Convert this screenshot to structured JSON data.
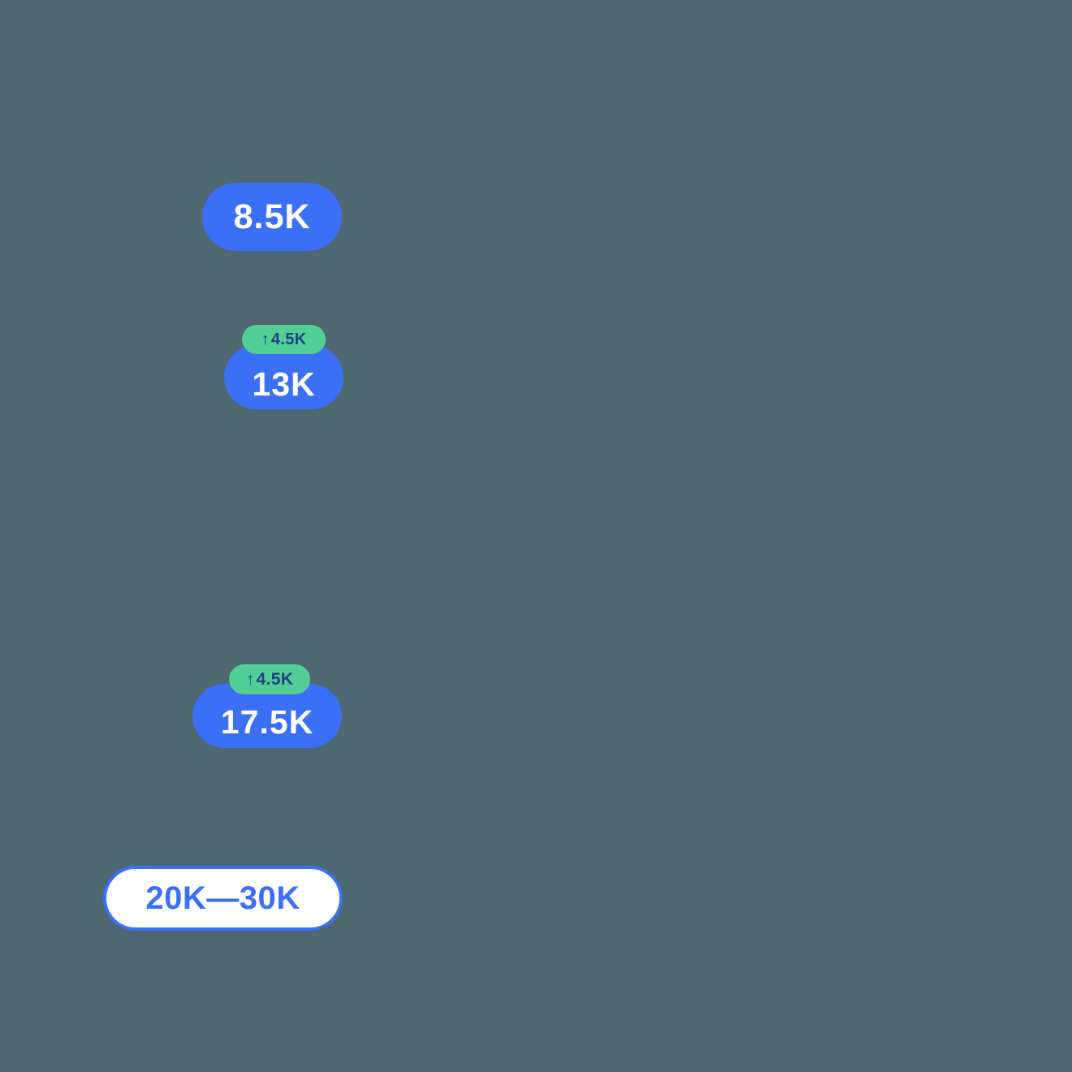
{
  "background_color": "#4e6771",
  "theme": {
    "pill_blue": "#3b6ff5",
    "badge_green": "#50ce95",
    "badge_text": "#1d3f86",
    "pill_text": "#ffffff",
    "range_pill_bg": "#ffffff"
  },
  "metrics": [
    {
      "id": "metric-1",
      "value_label": "8.5K",
      "has_delta": false
    },
    {
      "id": "metric-2",
      "value_label": "13K",
      "has_delta": true,
      "delta": {
        "arrow": "↑",
        "label": "4.5K",
        "direction": "up"
      }
    },
    {
      "id": "metric-3",
      "value_label": "17.5K",
      "has_delta": true,
      "delta": {
        "arrow": "↑",
        "label": "4.5K",
        "direction": "up"
      }
    }
  ],
  "range_pill": {
    "label": "20K—30K"
  }
}
